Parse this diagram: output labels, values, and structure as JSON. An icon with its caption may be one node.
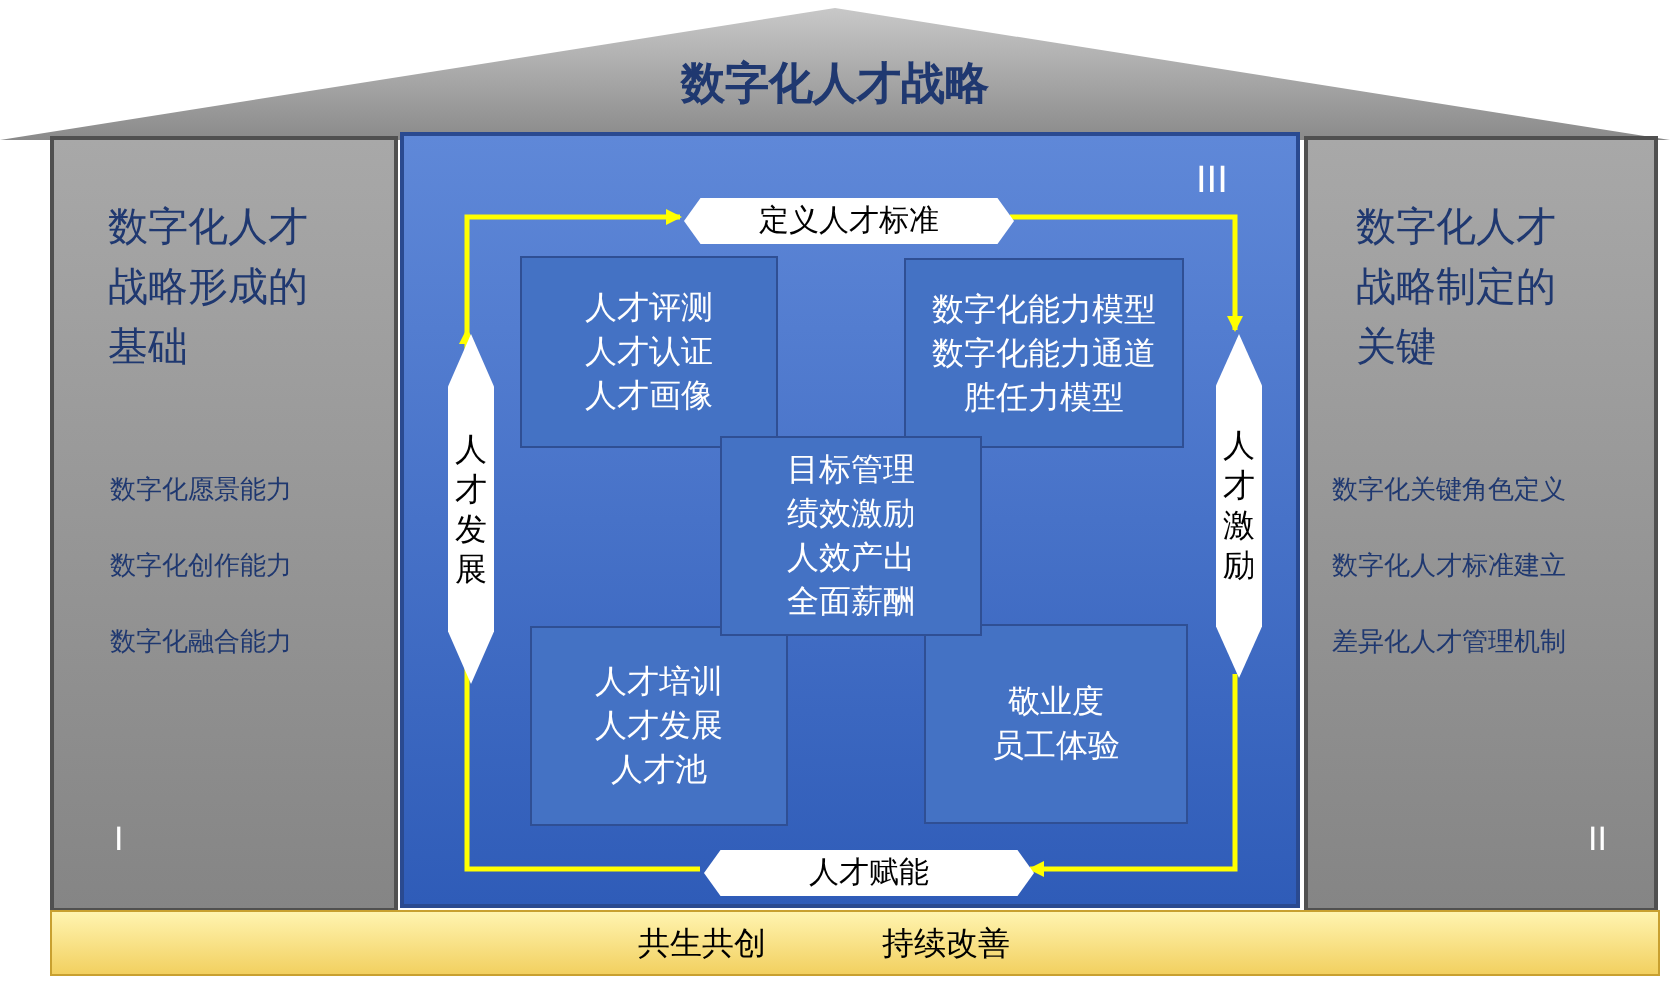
{
  "diagram": {
    "nodes": [
      {
        "text": [
          "数字化人才战略"
        ]
      },
      {
        "text": [
          "数字化人才战略形成的基础",
          "数字化愿景能力",
          "数字化创作能力",
          "数字化融合能力",
          "I"
        ]
      },
      {
        "text": [
          "III"
        ]
      },
      {
        "text": [
          "数字化人才战略制定的关键",
          "数字化关键角色定义",
          "数字化人才标准建立",
          "差异化人才管理机制",
          "II"
        ]
      },
      {
        "text": [
          "共生共创",
          "持续改善"
        ]
      },
      {
        "text": [
          "定义人才标准"
        ],
        "in": 2
      },
      {
        "text": [
          "人才激励"
        ],
        "in": 2
      },
      {
        "text": [
          "人才赋能"
        ],
        "in": 2
      },
      {
        "text": [
          "人才发展"
        ],
        "in": 2
      },
      {
        "text": [
          "人才评测",
          "人才认证",
          "人才画像"
        ],
        "in": 2
      },
      {
        "text": [
          "数字化能力模型",
          "数字化能力通道",
          "胜任力模型"
        ],
        "in": 2
      },
      {
        "text": [
          "目标管理",
          "绩效激励",
          "人效产出",
          "全面薪酬"
        ],
        "in": 2
      },
      {
        "text": [
          "人才培训",
          "人才发展",
          "人才池"
        ],
        "in": 2
      },
      {
        "text": [
          "敬业度",
          "员工体验"
        ],
        "in": 2
      }
    ],
    "edges": [
      {
        "from": 5,
        "to": 6,
        "arrow": "to"
      },
      {
        "from": 6,
        "to": 7,
        "arrow": "to"
      },
      {
        "from": 7,
        "to": 8,
        "arrow": "to"
      },
      {
        "from": 8,
        "to": 5,
        "arrow": "to"
      }
    ]
  }
}
